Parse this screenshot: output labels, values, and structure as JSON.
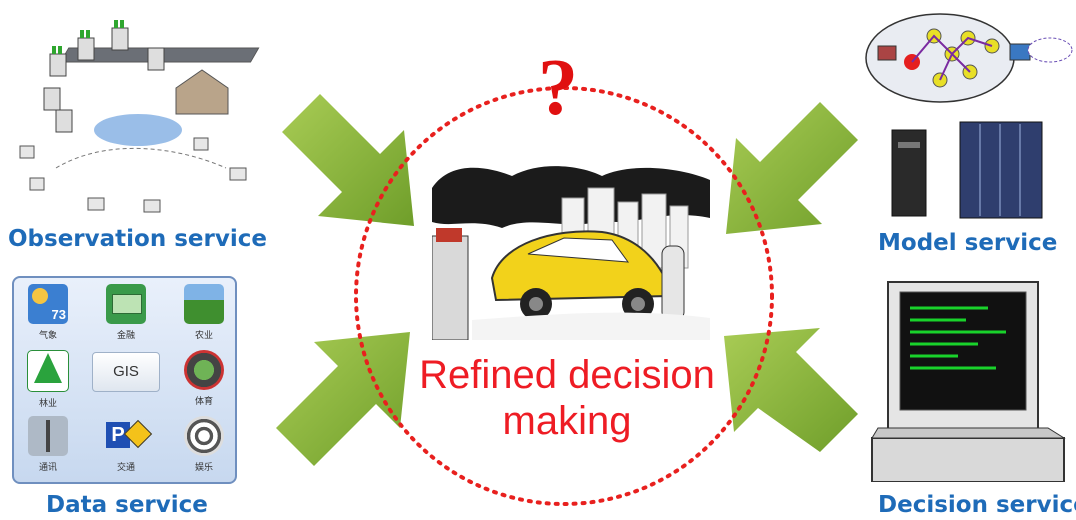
{
  "center": {
    "title_line1": "Refined decision",
    "title_line2": "making",
    "question_mark": "?"
  },
  "services": {
    "observation": "Observation service",
    "data": "Data service",
    "model": "Model service",
    "decision": "Decision service"
  },
  "data_panel": {
    "center_label": "GIS",
    "weather_value": "73",
    "apps": [
      {
        "caption": "气象",
        "icon": "weather-icon"
      },
      {
        "caption": "金融",
        "icon": "money-icon"
      },
      {
        "caption": "农业",
        "icon": "agriculture-icon"
      },
      {
        "caption": "林业",
        "icon": "tree-icon"
      },
      {
        "caption": "体育",
        "icon": "stadium-icon"
      },
      {
        "caption": "通讯",
        "icon": "tower-icon"
      },
      {
        "caption": "交通",
        "icon": "parking-sign-icon"
      },
      {
        "caption": "娱乐",
        "icon": "entertainment-icon"
      }
    ]
  },
  "colors": {
    "arrow": "#8dbb3a",
    "circle": "#e8201e",
    "label": "#1e6bb8",
    "center_text": "#ee1c24"
  }
}
